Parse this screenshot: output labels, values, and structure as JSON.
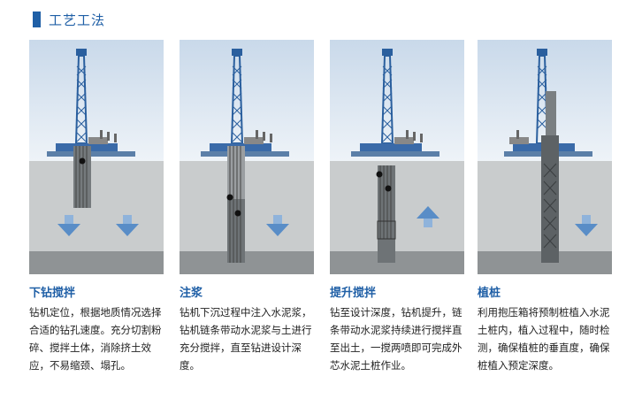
{
  "header": {
    "title": "工艺工法"
  },
  "steps": [
    {
      "title": "下钻搅拌",
      "desc": "钻机定位，根据地质情况选择合适的钻孔速度。充分切割粉碎、搅拌土体，消除挤土效应，不易缩颈、塌孔。"
    },
    {
      "title": "注浆",
      "desc": "钻机下沉过程中注入水泥浆，钻机链条带动水泥浆与土进行充分搅拌，直至钻进设计深度。"
    },
    {
      "title": "提升搅拌",
      "desc": "钻至设计深度，钻机提升，链条带动水泥浆持续进行搅拌直至出土，一搅两喷即可完成外芯水泥土桩作业。"
    },
    {
      "title": "植桩",
      "desc": "利用抱压箱将预制桩植入水泥土桩内，植入过程中，随时检测，确保植桩的垂直度，确保桩植入预定深度。"
    }
  ],
  "colors": {
    "accent": "#1f5fa6",
    "arrow": "#4d86c6",
    "sky": "#dce6f0",
    "soil": "#c9cccd",
    "bedrock": "#8f9395",
    "rig": "#2a5f9e"
  }
}
